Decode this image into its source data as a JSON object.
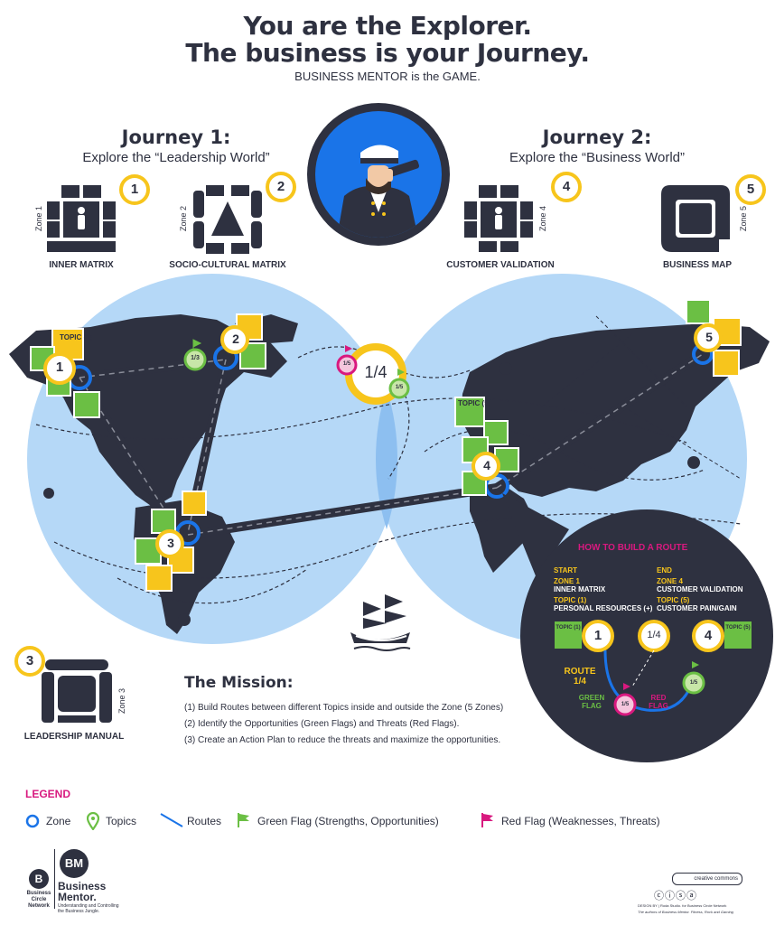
{
  "header": {
    "line1": "You are the Explorer.",
    "line2": "The business is your Journey.",
    "subtitle": "BUSINESS MENTOR is the GAME."
  },
  "journey1": {
    "title": "Journey 1:",
    "subtitle": "Explore the “Leadership World”"
  },
  "journey2": {
    "title": "Journey 2:",
    "subtitle": "Explore the “Business World”"
  },
  "zones": [
    {
      "number": "1",
      "side": "Zone 1",
      "label": "INNER MATRIX"
    },
    {
      "number": "2",
      "side": "Zone 2",
      "label": "SOCIO-CULTURAL MATRIX"
    },
    {
      "number": "3",
      "side": "Zone 3",
      "label": "LEADERSHIP MANUAL"
    },
    {
      "number": "4",
      "side": "Zone 4",
      "label": "CUSTOMER VALIDATION"
    },
    {
      "number": "5",
      "side": "Zone 5",
      "label": "BUSINESS MAP"
    }
  ],
  "map": {
    "topic1": "TOPIC (1)",
    "topic5": "TOPIC (5)",
    "flag_small": "1/5",
    "zone2_flag": "1/3",
    "route_center": "1/4",
    "route_green": "1/5"
  },
  "howto": {
    "title": "HOW TO BUILD A ROUTE",
    "start": "START",
    "start_zone": "ZONE 1",
    "start_zone_name": "INNER MATRIX",
    "start_topic": "TOPIC (1)",
    "start_topic_name": "PERSONAL RESOURCES (+)",
    "end": "END",
    "end_zone": "ZONE 4",
    "end_zone_name": "CUSTOMER VALIDATION",
    "end_topic": "TOPIC (5)",
    "end_topic_name": "CUSTOMER PAIN/GAIN",
    "topic_left": "TOPIC (1)",
    "topic_right": "TOPIC (5)",
    "zone_left": "1",
    "zone_right": "4",
    "route_mid": "1/4",
    "route_label": "ROUTE",
    "route_value": "1/4",
    "green_flag_1": "GREEN",
    "green_flag_2": "FLAG",
    "red_flag_1": "RED",
    "red_flag_2": "FLAG",
    "red_value": "1/5",
    "green_value": "1/5"
  },
  "mission": {
    "title": "The Mission:",
    "items": [
      "(1) Build Routes between different Topics  inside and outside the Zone (5 Zones)",
      "(2) Identify the Opportunities (Green Flags) and  Threats (Red Flags).",
      "(3) Create an Action Plan to reduce the threats and maximize the opportunities."
    ]
  },
  "legend": {
    "title": "LEGEND",
    "zone": "Zone",
    "topics": "Topics",
    "routes": "Routes",
    "green_flag": "Green Flag (Strengths, Opportunities)",
    "red_flag": "Red Flag (Weaknesses, Threats)"
  },
  "footer": {
    "bcn_1": "Business",
    "bcn_2": "Circle",
    "bcn_3": "Network",
    "bm_logo": "BM",
    "bm_name_1": "Business",
    "bm_name_2": "Mentor.",
    "bm_tag_1": "Understanding and Controlling",
    "bm_tag_2": "the Business Jungle.",
    "cc": "creative commons",
    "cc_credit": "DESIGN BY | Roda Studio. for Business Circle Network",
    "cc_tag": "The authors of Business Mentor. Fitness, Rock and Gaming"
  },
  "colors": {
    "navy": "#2e3140",
    "yellow": "#f7c51c",
    "green": "#6bbf44",
    "blue": "#1a74e8",
    "globe": "#b5d8f7",
    "pink": "#d8197f"
  }
}
